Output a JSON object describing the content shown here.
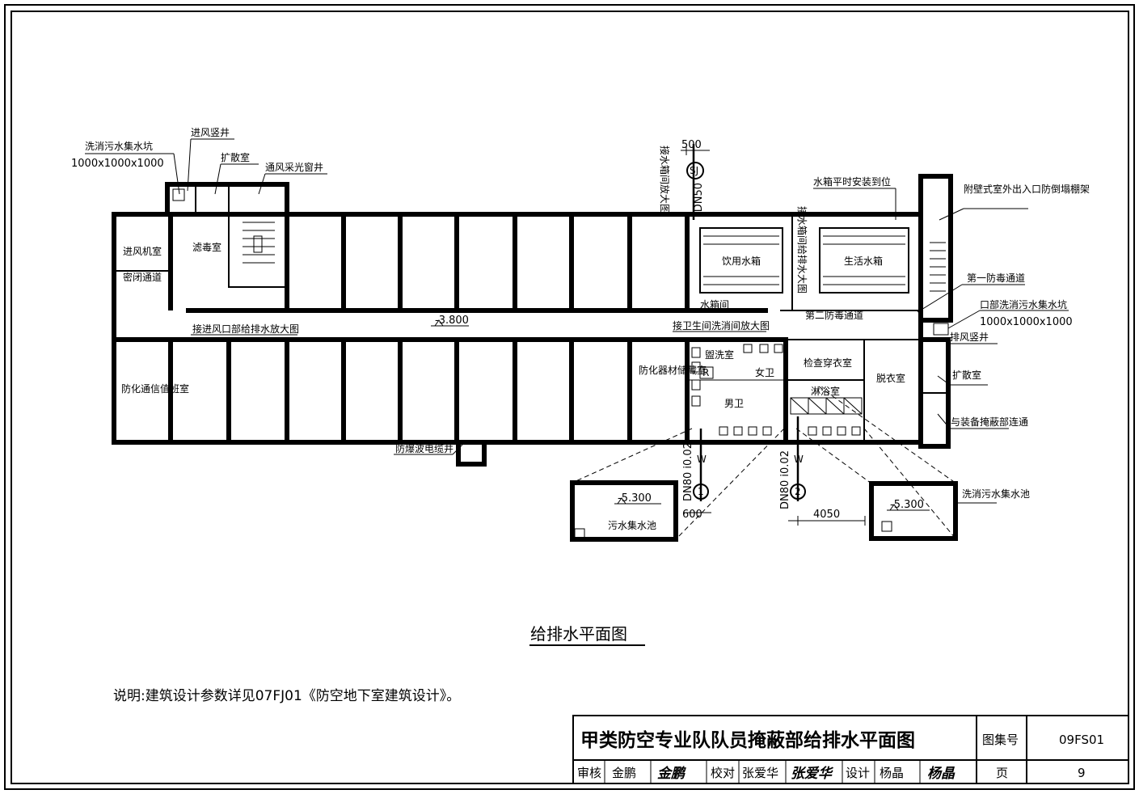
{
  "drawing": {
    "plan_title": "给排水平面图",
    "note": "说明:建筑设计参数详见07FJ01《防空地下室建筑设计》。",
    "elevations": {
      "corridor": "-3.800",
      "sewage_pool": "-5.300",
      "decon_pool": "-5.300"
    },
    "dimensions": {
      "top_offset": "500",
      "bottom_offset": "600",
      "pool_spacing": "4050"
    },
    "pipes": {
      "supply_tag": "SJ",
      "supply_size": "DN50",
      "drain1_size": "DN80 i0.02",
      "drain1_tag": "W",
      "drain1_no": "1",
      "drain2_size": "DN80 i0.02",
      "drain2_tag": "W",
      "drain2_no": "2",
      "marker_r": "R"
    },
    "labels": {
      "decon_sump_top": "洗消污水集水坑",
      "decon_sump_top_size": "1000x1000x1000",
      "intake_shaft": "进风竖井",
      "diffusion_room_top": "扩散室",
      "vent_well": "通风采光窗井",
      "intake_fan_room": "进风机室",
      "filter_room": "滤毒室",
      "airlock": "密闭通道",
      "intake_detail": "接进风口部给排水放大图",
      "comm_room": "防化通信值班室",
      "blast_cable_well": "防爆波电缆井",
      "tank_detail_vertical": "接水箱间放大图",
      "tank_supply_detail": "接水箱间给排水大图",
      "tank_note": "水箱平时安装到位",
      "drinking_tank": "饮用水箱",
      "living_tank": "生活水箱",
      "tank_room": "水箱间",
      "toilet_detail": "接卫生间洗消间放大图",
      "wash_room": "盥洗室",
      "female_wc": "女卫",
      "male_wc": "男卫",
      "chem_storage": "防化器材储藏室",
      "second_gas_passage": "第二防毒通道",
      "inspection_room": "检查穿衣室",
      "shower_room": "淋浴室",
      "undress_room": "脱衣室",
      "attached_exit": "附壁式室外出入口防倒塌棚架",
      "first_gas_passage": "第一防毒通道",
      "decon_sump_right": "口部洗消污水集水坑",
      "decon_sump_right_size": "1000x1000x1000",
      "exhaust_shaft": "排风竖井",
      "diffusion_room_right": "扩散室",
      "equip_link": "与装备掩蔽部连通",
      "sewage_pool": "污水集水池",
      "decon_pool": "洗消污水集水池"
    },
    "title_block": {
      "title": "甲类防空专业队队员掩蔽部给排水平面图",
      "atlas_label": "图集号",
      "atlas_no": "09FS01",
      "review_label": "审核",
      "reviewer": "金鹏",
      "review_sig": "金鹏",
      "check_label": "校对",
      "checker": "张爱华",
      "check_sig": "张爱华",
      "design_label": "设计",
      "designer": "杨晶",
      "design_sig": "杨晶",
      "page_label": "页",
      "page_no": "9"
    }
  }
}
